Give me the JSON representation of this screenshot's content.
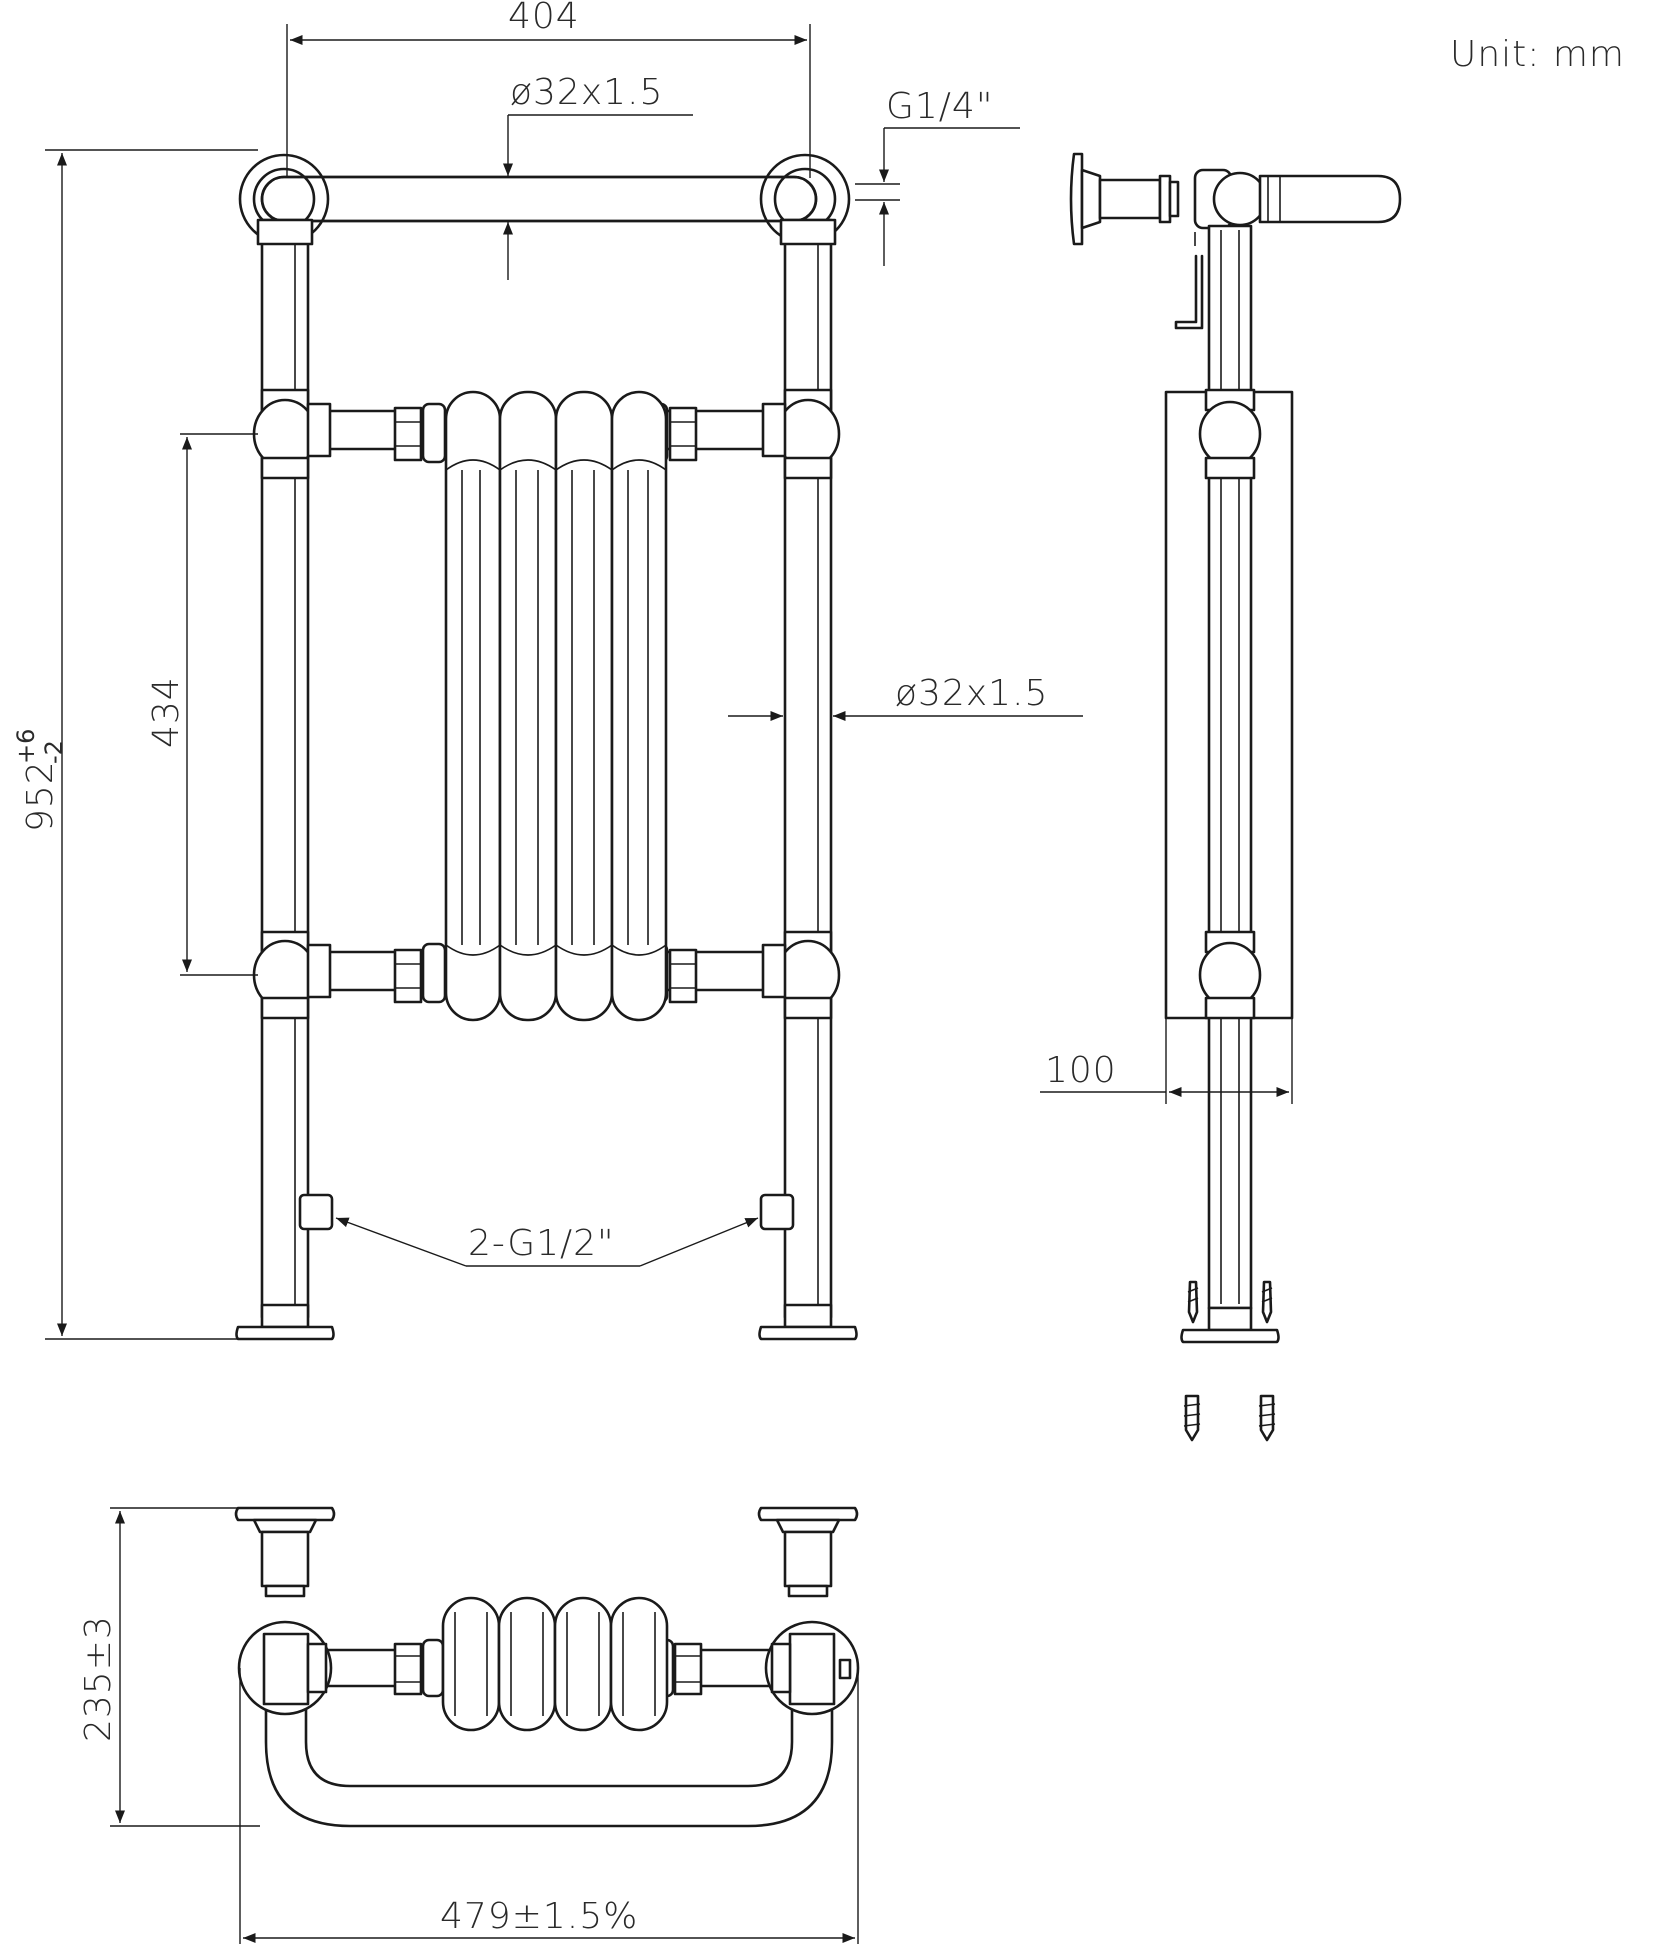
{
  "unit_label": "Unit: mm",
  "dimensions": {
    "overall_top_width": "404",
    "top_rail_tube": "ø32x1.5",
    "inlet_thread": "G1/4\"",
    "overall_height": "952",
    "height_tol_upper": "+6",
    "height_tol_lower": "-2",
    "column_centres": "434",
    "column_tube": "ø32x1.5",
    "side_depth": "100",
    "valve_connections": "2-G1/2\"",
    "projection": "235±3",
    "overall_width": "479±1.5%"
  }
}
